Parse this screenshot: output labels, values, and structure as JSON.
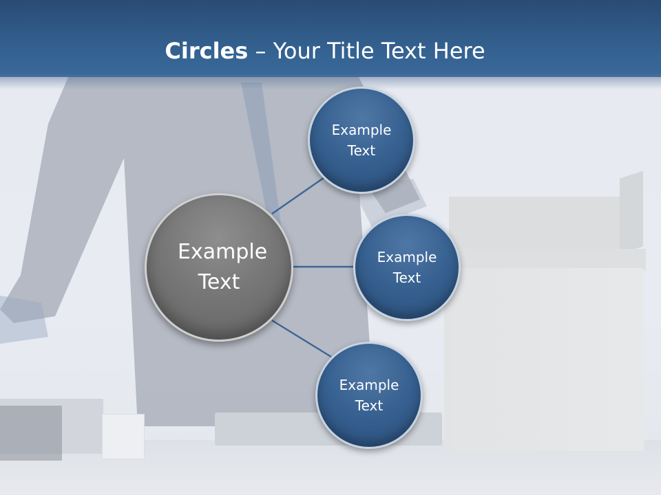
{
  "slide": {
    "title_bold": "Circles",
    "title_rest": " – Your Title Text Here"
  },
  "colors": {
    "header": "#2f5886",
    "main_circle": "#777777",
    "small_circle": "#36608f",
    "connector": "#3d6594"
  },
  "diagram": {
    "center": {
      "label": "Example\nText"
    },
    "nodes": [
      {
        "label": "Example\nText"
      },
      {
        "label": "Example\nText"
      },
      {
        "label": "Example\nText"
      }
    ]
  }
}
